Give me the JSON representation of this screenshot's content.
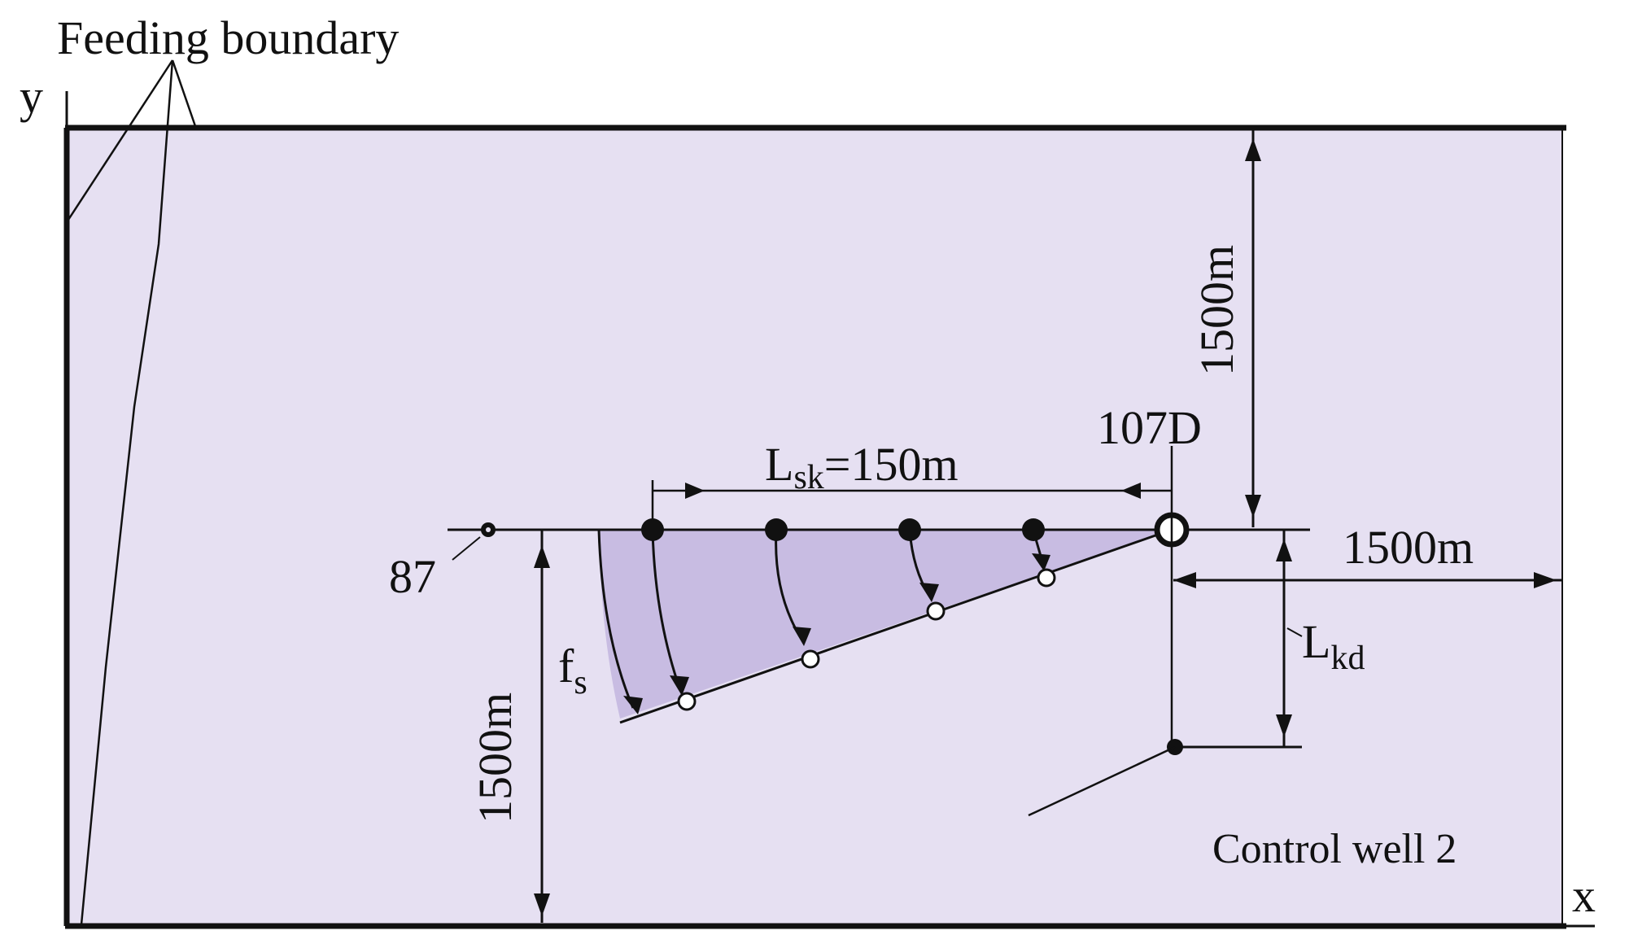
{
  "labels": {
    "feeding_boundary": "Feeding boundary",
    "y_axis": "y",
    "x_axis": "x",
    "well_87": "87",
    "well_107d": "107D",
    "control_well": "Control well 2",
    "dim_top_right_vertical": "1500m",
    "dim_right_horizontal": "1500m",
    "dim_left_vertical": "1500m",
    "lsk_main": "L",
    "lsk_sub": "sk",
    "lsk_value": "=150m",
    "lkd_main": "L",
    "lkd_sub": "kd",
    "fs_main": "f",
    "fs_sub": "s"
  },
  "colors": {
    "field_fill": "#e6e0f2",
    "triangle_fill": "#c8bce2",
    "line": "#111111",
    "well_dot": "#111111",
    "open_marker": "#ffffff"
  }
}
